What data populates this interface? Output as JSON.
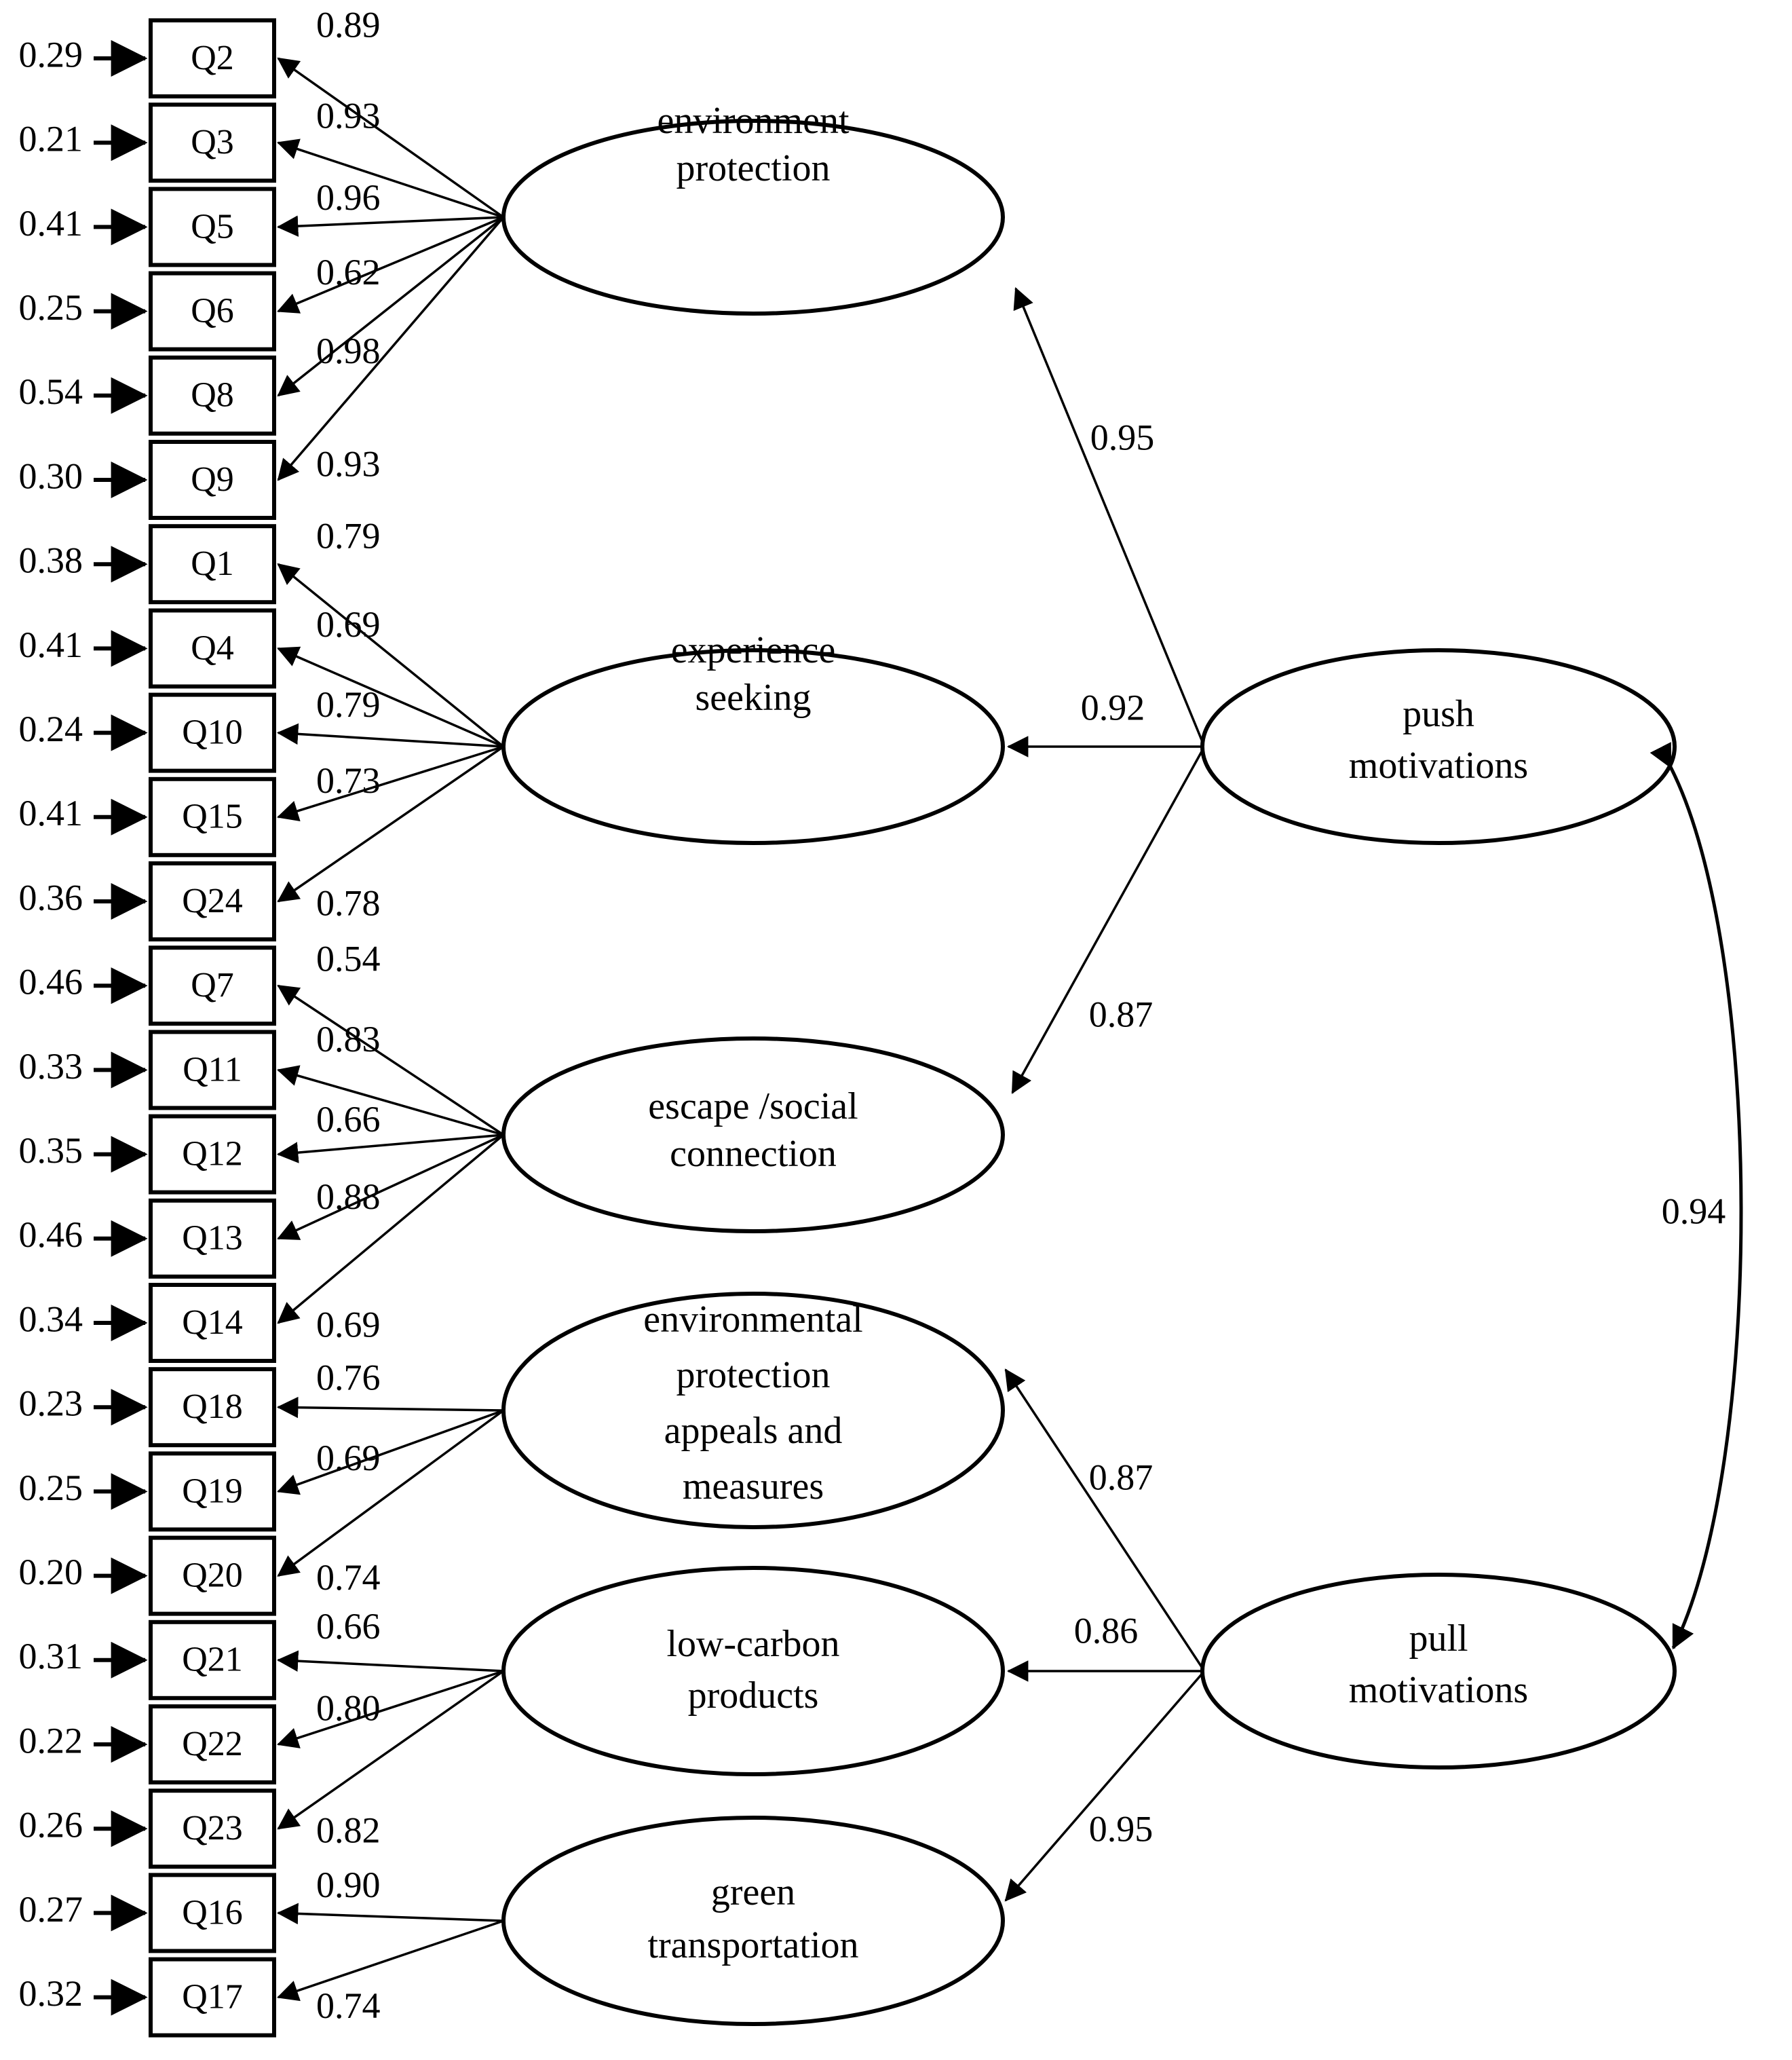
{
  "figure": {
    "type": "sem-path-diagram",
    "title": ""
  },
  "chart_data": {
    "type": "diagram",
    "title": "",
    "indicators": [
      {
        "id": "Q2",
        "residual": "0.29",
        "loading": "0.89",
        "factor": "environment protection"
      },
      {
        "id": "Q3",
        "residual": "0.21",
        "loading": "0.93",
        "factor": "environment protection"
      },
      {
        "id": "Q5",
        "residual": "0.41",
        "loading": "0.96",
        "factor": "environment protection"
      },
      {
        "id": "Q6",
        "residual": "0.25",
        "loading": "0.62",
        "factor": "environment protection"
      },
      {
        "id": "Q8",
        "residual": "0.54",
        "loading": "0.98",
        "factor": "environment protection"
      },
      {
        "id": "Q9",
        "residual": "0.30",
        "loading": "0.93",
        "factor": "environment protection"
      },
      {
        "id": "Q1",
        "residual": "0.38",
        "loading": "0.79",
        "factor": "experience seeking"
      },
      {
        "id": "Q4",
        "residual": "0.41",
        "loading": "0.69",
        "factor": "experience seeking"
      },
      {
        "id": "Q10",
        "residual": "0.24",
        "loading": "0.79",
        "factor": "experience seeking"
      },
      {
        "id": "Q15",
        "residual": "0.41",
        "loading": "0.73",
        "factor": "experience seeking"
      },
      {
        "id": "Q24",
        "residual": "0.36",
        "loading": "0.78",
        "factor": "experience seeking"
      },
      {
        "id": "Q7",
        "residual": "0.46",
        "loading": "0.54",
        "factor": "escape /social connection"
      },
      {
        "id": "Q11",
        "residual": "0.33",
        "loading": "0.83",
        "factor": "escape /social connection"
      },
      {
        "id": "Q12",
        "residual": "0.35",
        "loading": "0.66",
        "factor": "escape /social connection"
      },
      {
        "id": "Q13",
        "residual": "0.46",
        "loading": "0.88",
        "factor": "escape /social connection"
      },
      {
        "id": "Q14",
        "residual": "0.34",
        "loading": "0.69",
        "factor": "escape /social connection"
      },
      {
        "id": "Q18",
        "residual": "0.23",
        "loading": "0.76",
        "factor": "environmental protection appeals and measures"
      },
      {
        "id": "Q19",
        "residual": "0.25",
        "loading": "0.69",
        "factor": "environmental protection appeals and measures"
      },
      {
        "id": "Q20",
        "residual": "0.20",
        "loading": "0.74",
        "factor": "environmental protection appeals and measures"
      },
      {
        "id": "Q21",
        "residual": "0.31",
        "loading": "0.66",
        "factor": "low-carbon products"
      },
      {
        "id": "Q22",
        "residual": "0.22",
        "loading": "0.80",
        "factor": "low-carbon products"
      },
      {
        "id": "Q23",
        "residual": "0.26",
        "loading": "0.82",
        "factor": "low-carbon products"
      },
      {
        "id": "Q16",
        "residual": "0.27",
        "loading": "0.90",
        "factor": "green transportation"
      },
      {
        "id": "Q17",
        "residual": "0.32",
        "loading": "0.74",
        "factor": "green transportation"
      }
    ],
    "factors": [
      {
        "key": "ep",
        "lines": [
          "environment",
          "protection"
        ]
      },
      {
        "key": "es",
        "lines": [
          "experience",
          "seeking"
        ]
      },
      {
        "key": "esc",
        "lines": [
          "escape /social",
          "connection"
        ]
      },
      {
        "key": "epam",
        "lines": [
          "environmental",
          "protection",
          "appeals and",
          "measures"
        ]
      },
      {
        "key": "lcp",
        "lines": [
          "low-carbon",
          "products"
        ]
      },
      {
        "key": "gt",
        "lines": [
          "green",
          "transportation"
        ]
      }
    ],
    "second_order": [
      {
        "key": "push",
        "lines": [
          "push",
          "motivations"
        ]
      },
      {
        "key": "pull",
        "lines": [
          "pull",
          "motivations"
        ]
      }
    ],
    "structural_paths": [
      {
        "from": "push motivations",
        "to": "environment protection",
        "value": "0.95"
      },
      {
        "from": "push motivations",
        "to": "experience seeking",
        "value": "0.92"
      },
      {
        "from": "push motivations",
        "to": "escape /social connection",
        "value": "0.87"
      },
      {
        "from": "pull motivations",
        "to": "environmental protection appeals and measures",
        "value": "0.87"
      },
      {
        "from": "pull motivations",
        "to": "low-carbon products",
        "value": "0.86"
      },
      {
        "from": "pull motivations",
        "to": "green transportation",
        "value": "0.95"
      }
    ],
    "covariance": {
      "between": [
        "push motivations",
        "pull motivations"
      ],
      "value": "0.94"
    }
  },
  "boxes": {
    "b0": {
      "id": "Q2",
      "residual": "0.29",
      "loading": "0.89"
    },
    "b1": {
      "id": "Q3",
      "residual": "0.21",
      "loading": "0.93"
    },
    "b2": {
      "id": "Q5",
      "residual": "0.41",
      "loading": "0.96"
    },
    "b3": {
      "id": "Q6",
      "residual": "0.25",
      "loading": "0.62"
    },
    "b4": {
      "id": "Q8",
      "residual": "0.54",
      "loading": "0.98"
    },
    "b5": {
      "id": "Q9",
      "residual": "0.30",
      "loading": "0.93"
    },
    "b6": {
      "id": "Q1",
      "residual": "0.38",
      "loading": "0.79"
    },
    "b7": {
      "id": "Q4",
      "residual": "0.41",
      "loading": "0.69"
    },
    "b8": {
      "id": "Q10",
      "residual": "0.24",
      "loading": "0.79"
    },
    "b9": {
      "id": "Q15",
      "residual": "0.41",
      "loading": "0.73"
    },
    "b10": {
      "id": "Q24",
      "residual": "0.36",
      "loading": "0.78"
    },
    "b11": {
      "id": "Q7",
      "residual": "0.46",
      "loading": "0.54"
    },
    "b12": {
      "id": "Q11",
      "residual": "0.33",
      "loading": "0.83"
    },
    "b13": {
      "id": "Q12",
      "residual": "0.35",
      "loading": "0.66"
    },
    "b14": {
      "id": "Q13",
      "residual": "0.46",
      "loading": "0.88"
    },
    "b15": {
      "id": "Q14",
      "residual": "0.34",
      "loading": "0.69"
    },
    "b16": {
      "id": "Q18",
      "residual": "0.23",
      "loading": "0.76"
    },
    "b17": {
      "id": "Q19",
      "residual": "0.25",
      "loading": "0.69"
    },
    "b18": {
      "id": "Q20",
      "residual": "0.20",
      "loading": "0.74"
    },
    "b19": {
      "id": "Q21",
      "residual": "0.31",
      "loading": "0.66"
    },
    "b20": {
      "id": "Q22",
      "residual": "0.22",
      "loading": "0.80"
    },
    "b21": {
      "id": "Q23",
      "residual": "0.26",
      "loading": "0.82"
    },
    "b22": {
      "id": "Q16",
      "residual": "0.27",
      "loading": "0.90"
    },
    "b23": {
      "id": "Q17",
      "residual": "0.32",
      "loading": "0.74"
    }
  },
  "ellipses": {
    "ep": {
      "l1": "environment",
      "l2": "protection"
    },
    "es": {
      "l1": "experience",
      "l2": "seeking"
    },
    "esc": {
      "l1": "escape /social",
      "l2": "connection"
    },
    "epam": {
      "l1": "environmental",
      "l2": "protection",
      "l3": "appeals and",
      "l4": "measures"
    },
    "lcp": {
      "l1": "low-carbon",
      "l2": "products"
    },
    "gt": {
      "l1": "green",
      "l2": "transportation"
    },
    "push": {
      "l1": "push",
      "l2": "motivations"
    },
    "pull": {
      "l1": "pull",
      "l2": "motivations"
    }
  },
  "struct": {
    "p_ep": "0.95",
    "p_es": "0.92",
    "p_esc": "0.87",
    "p_epam": "0.87",
    "p_lcp": "0.86",
    "p_gt": "0.95",
    "cov": "0.94"
  },
  "colors": {
    "stroke": "#000000",
    "fill": "#ffffff"
  }
}
